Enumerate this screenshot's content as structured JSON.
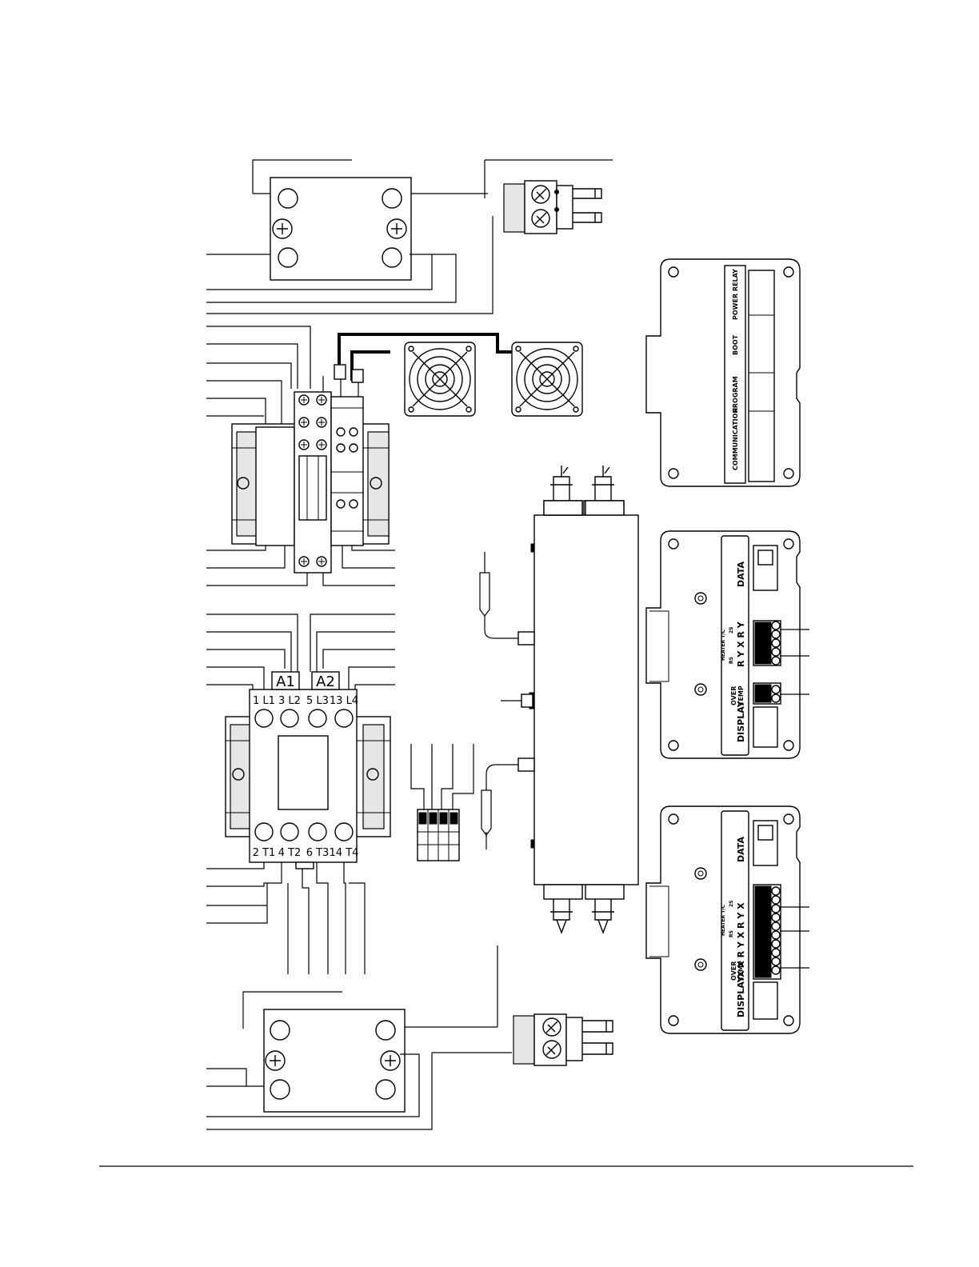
{
  "contactor": {
    "coil_labels": [
      "A1",
      "A2"
    ],
    "top_terminals": [
      "1 L1",
      "3 L2",
      "5 L3",
      "13 L4"
    ],
    "bottom_terminals": [
      "2 T1",
      "4 T2",
      "6 T3",
      "14 T4"
    ]
  },
  "board_power_relay": {
    "sections": [
      "POWER RELAY",
      "BOOT",
      "PROGRAM",
      "COMMUNICATION"
    ]
  },
  "board_display_a": {
    "data_label": "DATA",
    "display_label": "DISPLAY",
    "over_temp_label": [
      "OVER",
      "TEMP"
    ],
    "heater_tc_label": "HEATER T/C",
    "ch_labels": [
      "RS",
      "2S"
    ],
    "pins": "R Y X R Y"
  },
  "board_display_b": {
    "data_label": "DATA",
    "display_label": "DISPLAY",
    "over_temp_label": [
      "OVER",
      "TEMP"
    ],
    "heater_tc_label": "HEATER T/C",
    "ch_labels": [
      "RS",
      "2S"
    ],
    "pins": "X X R Y X R Y X"
  }
}
